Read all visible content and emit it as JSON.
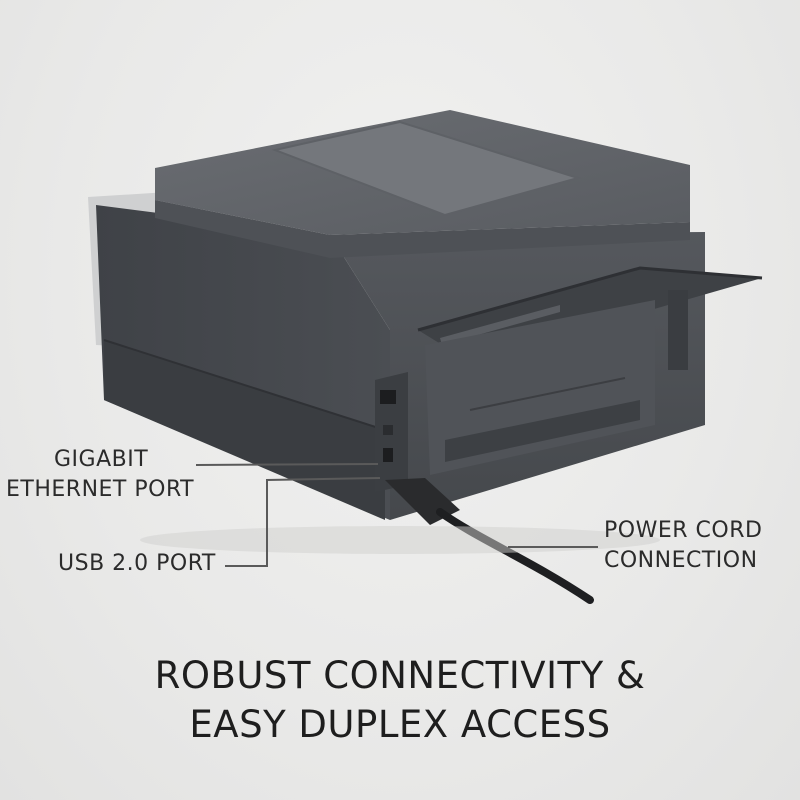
{
  "callouts": {
    "ethernet": {
      "line1": "GIGABIT",
      "line2": "ETHERNET PORT"
    },
    "usb": "USB 2.0 PORT",
    "power": {
      "line1": "POWER CORD",
      "line2": "CONNECTION"
    }
  },
  "headline": {
    "line1": "ROBUST CONNECTIVITY &",
    "line2": "EASY DUPLEX ACCESS"
  },
  "colors": {
    "background": "#ebebea",
    "printer_body": "#4a4d52",
    "text": "#2b2b2b",
    "leader_lines": "#5a5a5a"
  }
}
